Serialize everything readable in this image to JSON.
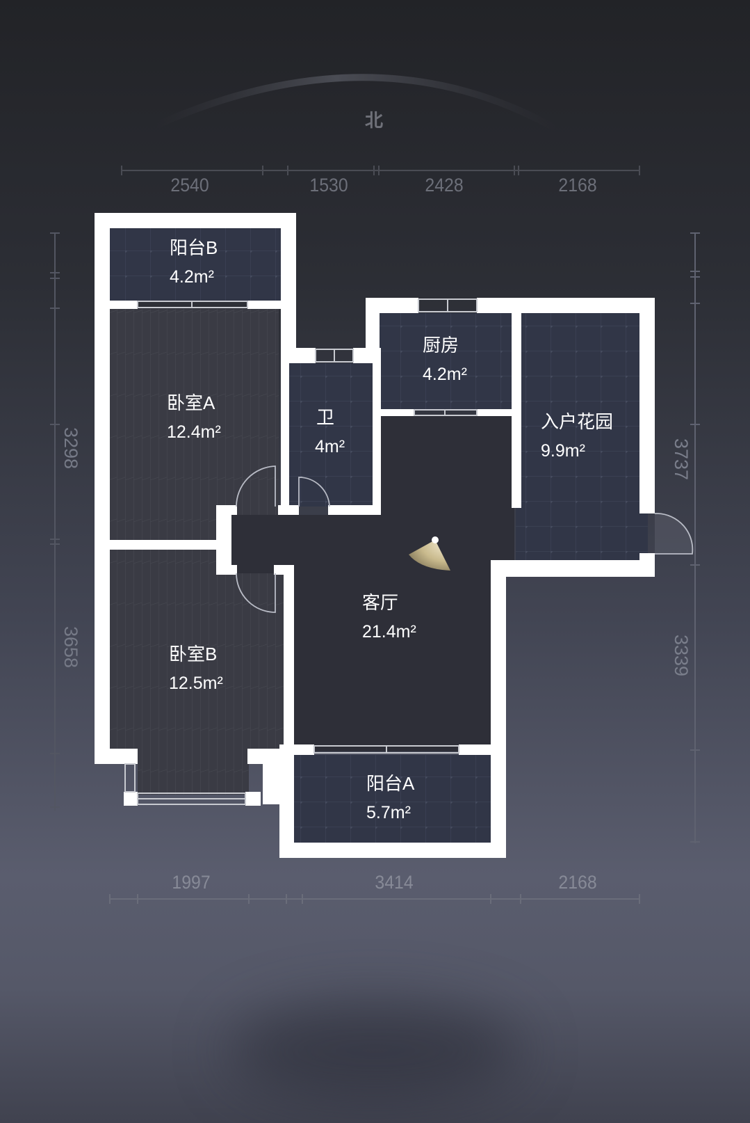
{
  "compass": {
    "label": "北",
    "icon": "north-arc-icon"
  },
  "dimensions": {
    "top": [
      "2540",
      "1530",
      "2428",
      "2168"
    ],
    "bottom": [
      "1997",
      "3414",
      "2168"
    ],
    "left": [
      "3298",
      "3658"
    ],
    "right": [
      "3737",
      "3339"
    ]
  },
  "rooms": [
    {
      "id": "balcony-b",
      "name": "阳台B",
      "area": "4.2m²"
    },
    {
      "id": "bedroom-a",
      "name": "卧室A",
      "area": "12.4m²"
    },
    {
      "id": "bathroom",
      "name": "卫",
      "area": "4m²"
    },
    {
      "id": "kitchen",
      "name": "厨房",
      "area": "4.2m²"
    },
    {
      "id": "entry-garden",
      "name": "入户花园",
      "area": "9.9m²"
    },
    {
      "id": "living-room",
      "name": "客厅",
      "area": "21.4m²"
    },
    {
      "id": "bedroom-b",
      "name": "卧室B",
      "area": "12.5m²"
    },
    {
      "id": "balcony-a",
      "name": "阳台A",
      "area": "5.7m²"
    }
  ],
  "colors": {
    "wall": "#ffffff",
    "tile_floor": "#313647",
    "wood_floor": "#3a3b44",
    "living_floor": "#2e2f38",
    "viewpoint": "#d8cdaa"
  }
}
